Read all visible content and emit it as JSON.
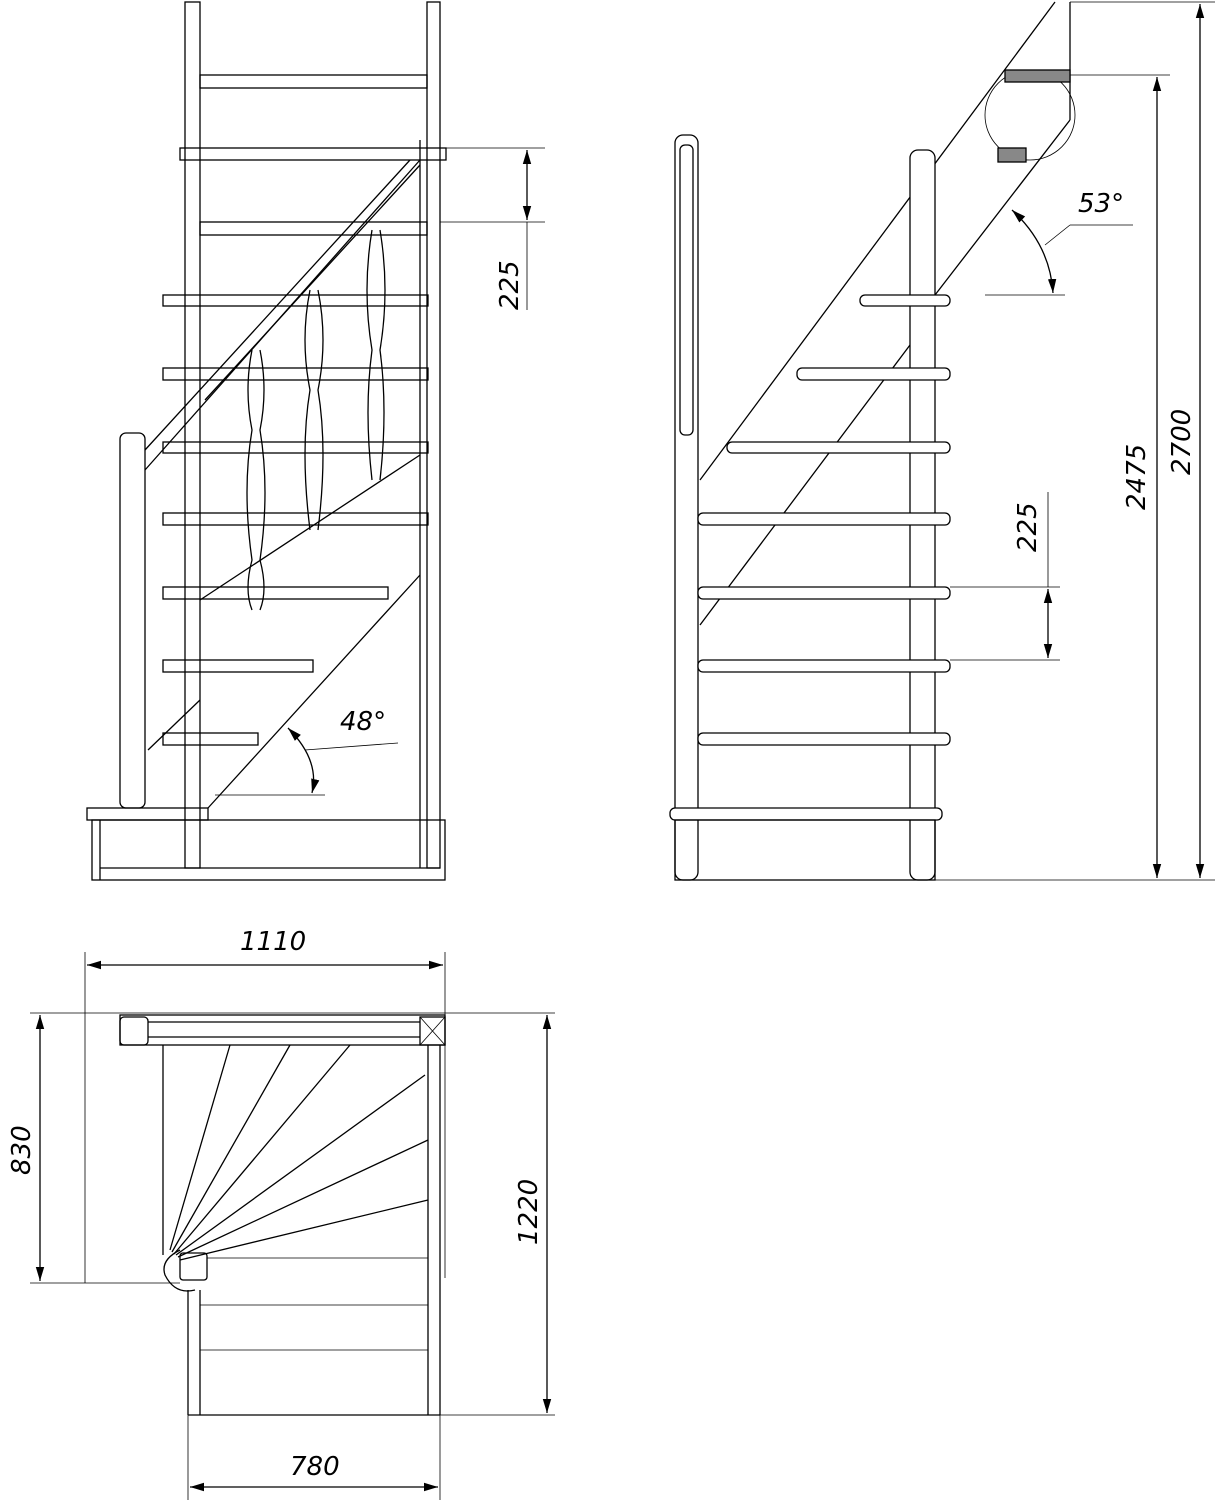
{
  "front_view": {
    "riser_height": "225",
    "stringer_angle": "48°"
  },
  "side_view": {
    "riser_height": "225",
    "stringer_angle": "53°",
    "floor_to_landing": "2475",
    "total_height": "2700"
  },
  "plan_view": {
    "total_width": "1110",
    "landing_depth": "830",
    "total_length": "1220",
    "flight_width": "780"
  }
}
